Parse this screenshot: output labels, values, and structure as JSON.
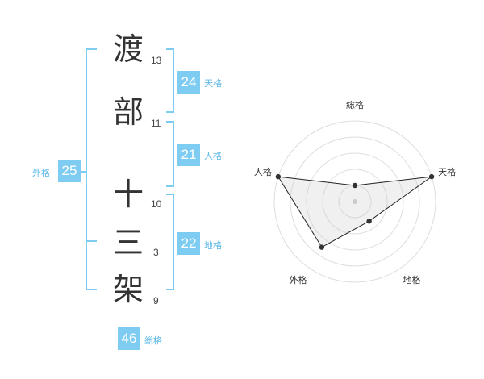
{
  "name": {
    "chars": [
      {
        "char": "渡",
        "strokes": "13"
      },
      {
        "char": "部",
        "strokes": "11"
      },
      {
        "char": "十",
        "strokes": "10"
      },
      {
        "char": "三",
        "strokes": "3"
      },
      {
        "char": "架",
        "strokes": "9"
      }
    ]
  },
  "fortune": {
    "ten": {
      "value": "24",
      "label": "天格"
    },
    "jin": {
      "value": "21",
      "label": "人格"
    },
    "chi": {
      "value": "22",
      "label": "地格"
    },
    "gai": {
      "value": "25",
      "label": "外格"
    },
    "sou": {
      "value": "46",
      "label": "総格"
    }
  },
  "colors": {
    "accent": "#7fccf2",
    "label": "#5bb8e8"
  },
  "chart_data": {
    "type": "radar",
    "axes": [
      "総格",
      "天格",
      "地格",
      "外格",
      "人格"
    ],
    "values": [
      1,
      5,
      1.5,
      3.5,
      5
    ],
    "max": 5,
    "rings": 5
  }
}
